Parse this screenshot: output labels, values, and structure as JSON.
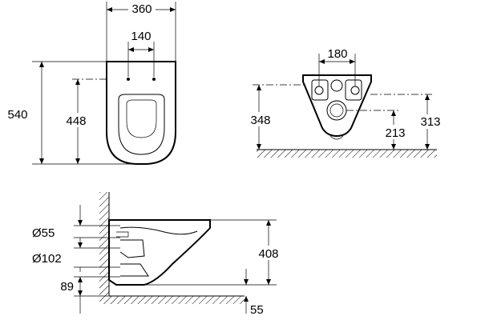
{
  "views": {
    "front": {
      "width_total": "360",
      "hole_spacing": "140",
      "length_total": "540",
      "hole_to_tip": "448"
    },
    "back": {
      "fixing_spacing": "180",
      "fixing_height": "348",
      "outlet_height": "213",
      "inlet_height": "313"
    },
    "side": {
      "inlet_diameter": "Ø55",
      "outlet_diameter": "Ø102",
      "outlet_from_floor": "89",
      "bowl_height": "408",
      "foot_gap": "55"
    }
  }
}
